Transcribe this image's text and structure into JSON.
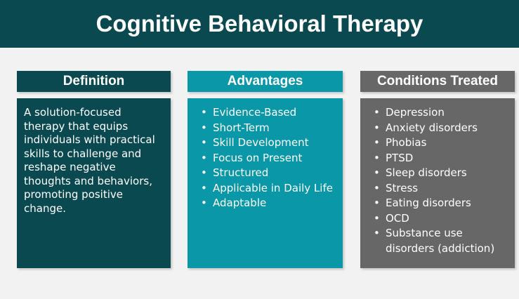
{
  "title": "Cognitive Behavioral Therapy",
  "colors": {
    "dark_teal": "#0a4950",
    "teal": "#0a98a8",
    "gray": "#676767",
    "background": "#f2f2f2",
    "text_light": "#ffffff"
  },
  "columns": [
    {
      "header": "Definition",
      "type": "paragraph",
      "text": "A solution-focused therapy that equips individuals with practical skills to challenge and reshape negative thoughts and behaviors, promoting positive change."
    },
    {
      "header": "Advantages",
      "type": "list",
      "items": [
        "Evidence-Based",
        "Short-Term",
        "Skill Development",
        "Focus on Present",
        "Structured",
        "Applicable in Daily Life",
        "Adaptable"
      ]
    },
    {
      "header": "Conditions Treated",
      "type": "list",
      "items": [
        "Depression",
        "Anxiety disorders",
        "Phobias",
        "PTSD",
        "Sleep disorders",
        "Stress",
        "Eating disorders",
        "OCD",
        "Substance use disorders (addiction)"
      ]
    }
  ]
}
